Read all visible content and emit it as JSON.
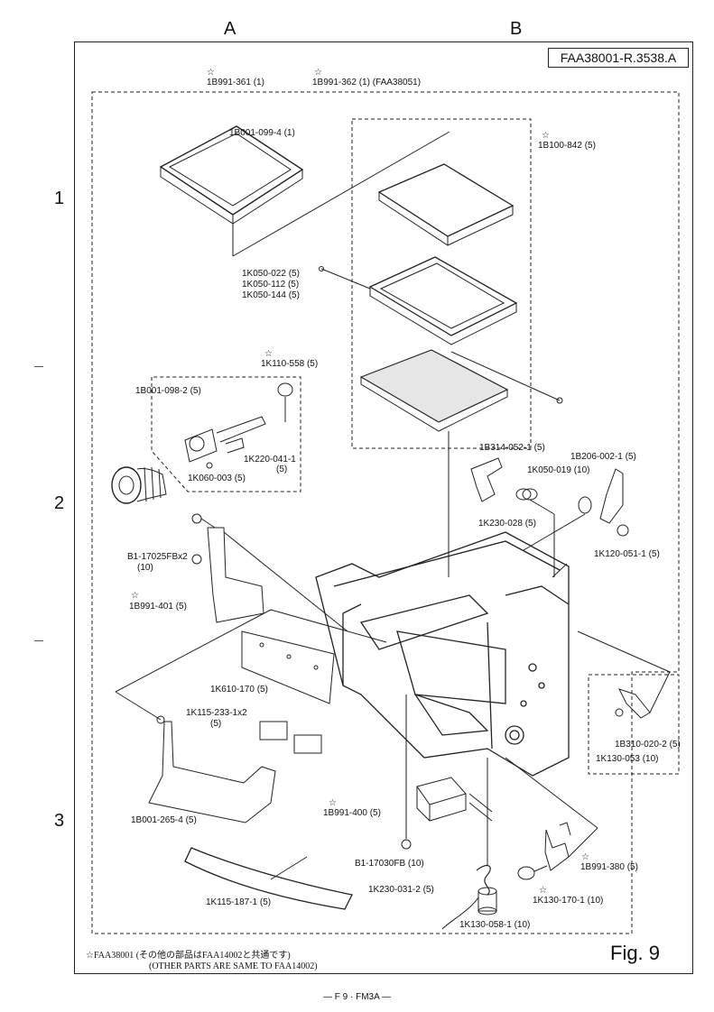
{
  "header": {
    "column_a": "A",
    "column_b": "B",
    "figure_code": "FAA38001-R.3538.A"
  },
  "rows": [
    "1",
    "2",
    "3"
  ],
  "parts": {
    "p1": "1B991-361 (1)",
    "p2": "1B991-362 (1) (FAA38051)",
    "p3": "1B001-099-4 (1)",
    "p4": "1B100-842 (5)",
    "p5a": "1K050-022 (5)",
    "p5b": "1K050-112 (5)",
    "p5c": "1K050-144 (5)",
    "p6": "1K110-558 (5)",
    "p7": "1B001-098-2 (5)",
    "p8a": "1K220-041-1",
    "p8b": "(5)",
    "p9": "1K060-003 (5)",
    "p10": "1B314-052-1 (5)",
    "p11": "1B206-002-1 (5)",
    "p12": "1K050-019 (10)",
    "p13": "1K230-028 (5)",
    "p14": "1K120-051-1 (5)",
    "p15a": "B1-17025FBx2",
    "p15b": "(10)",
    "p16": "1B991-401 (5)",
    "p17": "1K610-170 (5)",
    "p18a": "1K115-233-1x2",
    "p18b": "(5)",
    "p19": "1B310-020-2 (5)",
    "p20": "1K130-053 (10)",
    "p21": "1B001-265-4 (5)",
    "p22": "1B991-400 (5)",
    "p23": "B1-17030FB (10)",
    "p24": "1B991-380 (5)",
    "p25": "1K130-170-1 (10)",
    "p26": "1K230-031-2 (5)",
    "p27": "1K115-187-1 (5)",
    "p28": "1K130-058-1 (10)"
  },
  "star": "☆",
  "notes": {
    "line1": "☆FAA38001 (その他の部品はFAA14002と共通です)",
    "line2": "(OTHER PARTS ARE SAME TO FAA14002)"
  },
  "figure_label": "Fig. 9",
  "footer": "— F 9 · FM3A —"
}
